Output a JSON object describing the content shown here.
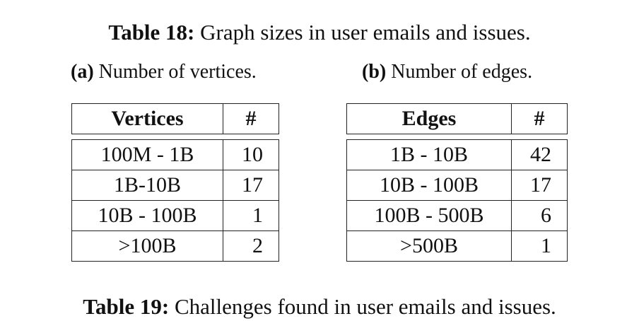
{
  "caption": {
    "label": "Table 18:",
    "text": " Graph sizes in user emails and issues."
  },
  "table_a": {
    "label": "(a)",
    "caption": " Number of vertices.",
    "headers": [
      "Vertices",
      "#"
    ],
    "rows": [
      [
        "100M - 1B",
        "10"
      ],
      [
        "1B-10B",
        "17"
      ],
      [
        "10B - 100B",
        "1"
      ],
      [
        ">100B",
        "2"
      ]
    ]
  },
  "table_b": {
    "label": "(b)",
    "caption": " Number of edges.",
    "headers": [
      "Edges",
      "#"
    ],
    "rows": [
      [
        "1B - 10B",
        "42"
      ],
      [
        "10B - 100B",
        "17"
      ],
      [
        "100B - 500B",
        "6"
      ],
      [
        ">500B",
        "1"
      ]
    ]
  },
  "next_caption": {
    "label": "Table 19:",
    "text": " Challenges found in user emails and issues."
  }
}
